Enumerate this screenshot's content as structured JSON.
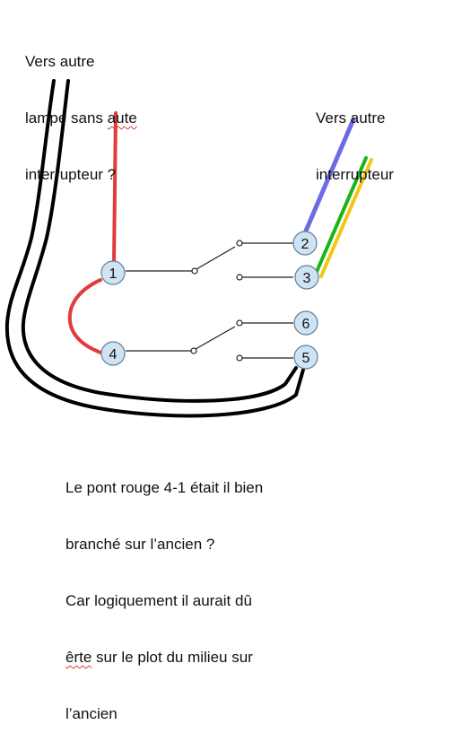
{
  "colors": {
    "red": "#e23b3b",
    "blue": "#6b6be6",
    "green": "#1bb41b",
    "yellow": "#f0c814",
    "black": "#000000",
    "terminal_fill": "#cfe3f2",
    "terminal_stroke": "#5f7f99"
  },
  "labels": {
    "top_left": {
      "line1": "Vers autre",
      "line2_a": "lampe sans ",
      "line2_b": "aute",
      "line3_a": "interrupteur",
      "line3_b": " ?"
    },
    "top_right": {
      "line1": "Vers autre",
      "line2": "interrupteur"
    },
    "bottom": {
      "line1": "Le pont rouge 4-1 était il bien",
      "line2": "branché sur l’ancien ?",
      "line3": "Car logiquement il aurait dû",
      "line4_a": "êrte",
      "line4_b": " sur le plot du milieu sur",
      "line5": "l’ancien"
    }
  },
  "terminals": {
    "t1": "1",
    "t2": "2",
    "t3": "3",
    "t4": "4",
    "t5": "5",
    "t6": "6"
  },
  "icons": {
    "switch_upper": "spdt-switch-icon",
    "switch_lower": "spdt-switch-icon"
  }
}
